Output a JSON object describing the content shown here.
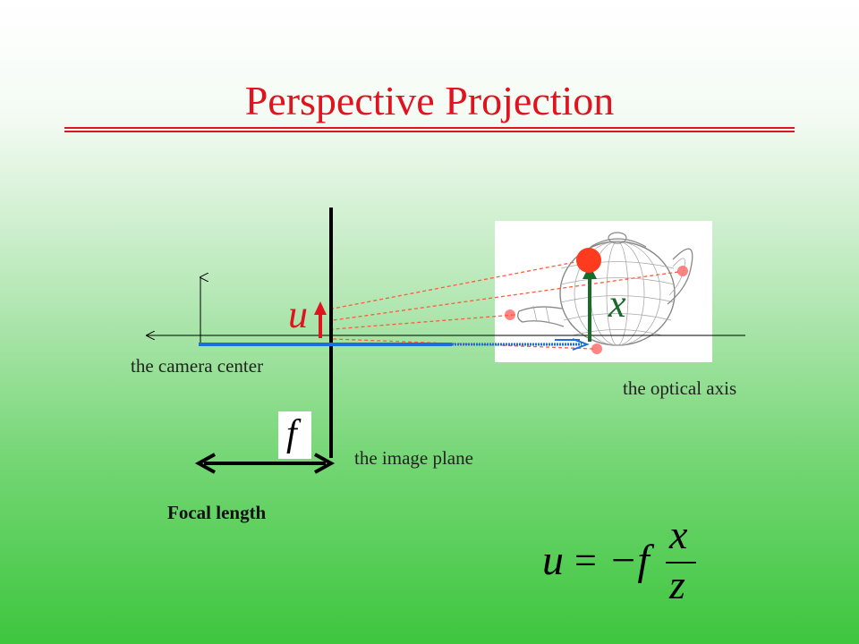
{
  "title": "Perspective Projection",
  "labels": {
    "camera_center": "the camera center",
    "optical_axis": "the optical axis",
    "image_plane": "the image plane",
    "focal_length": "Focal length"
  },
  "symbols": {
    "u": "u",
    "x": "x",
    "f": "f"
  },
  "formula": {
    "lhs": "u",
    "equals": "=",
    "minus_f": "−f",
    "numerator": "x",
    "denominator": "z"
  },
  "colors": {
    "title": "#e0141e",
    "blue_axis": "#1a6fdc",
    "red_point": "#ff3b1f",
    "green_arrow": "#1a6b2a"
  }
}
